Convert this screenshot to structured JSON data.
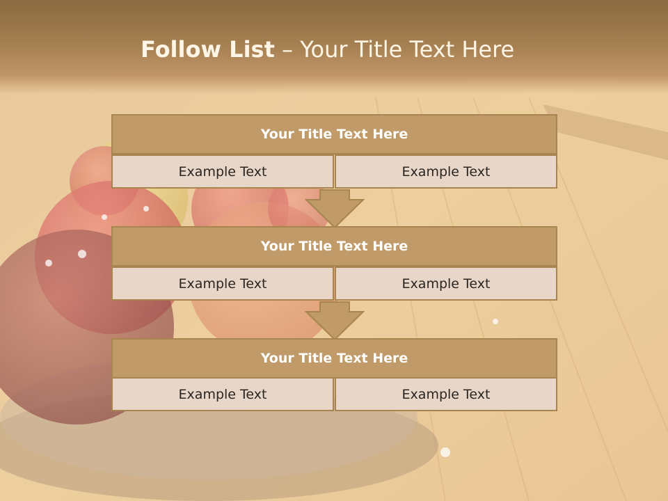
{
  "slide": {
    "title_bold": "Follow List",
    "title_rest": " – Your Title Text Here"
  },
  "blocks": [
    {
      "title": "Your Title Text Here",
      "left": "Example Text",
      "right": "Example Text"
    },
    {
      "title": "Your Title Text Here",
      "left": "Example Text",
      "right": "Example Text"
    },
    {
      "title": "Your Title Text Here",
      "left": "Example Text",
      "right": "Example Text"
    }
  ],
  "colors": {
    "title_fill": "#c09a68",
    "cell_fill": "#e8d6c8",
    "border": "#a8844f",
    "header_band": "#8a6a40"
  },
  "icons": [
    "down-arrow-icon",
    "down-arrow-icon"
  ]
}
